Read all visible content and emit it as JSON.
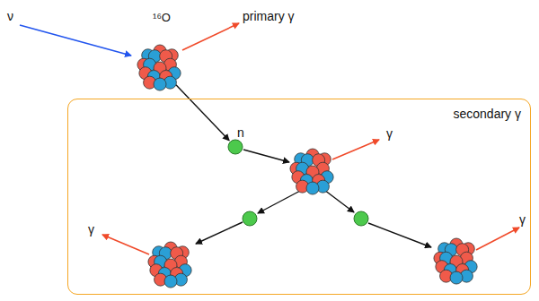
{
  "diagram": {
    "nodes": [
      {
        "text": [
          "¹⁶O"
        ]
      },
      {
        "text": [
          "secondary γ"
        ]
      },
      {
        "text": [
          "n"
        ],
        "in": 1
      }
    ],
    "edges": [
      {
        "from": 0,
        "to": 2,
        "arrow": "to"
      }
    ],
    "labels": [
      "ν",
      "primary γ",
      "γ",
      "γ",
      "γ"
    ]
  }
}
